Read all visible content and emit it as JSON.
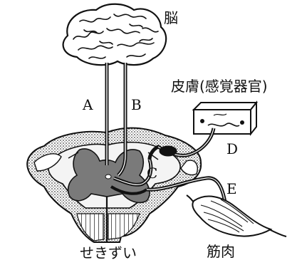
{
  "labels": {
    "brain": "脳",
    "skin": "皮膚(感覚器官)",
    "spinal_cord": "せきずい",
    "muscle": "筋肉",
    "nerve_a": "A",
    "nerve_b": "B",
    "nerve_c": "C",
    "nerve_d": "D",
    "nerve_e": "E"
  },
  "colors": {
    "ink": "#111111",
    "gray_matter": "#7a7a7a",
    "white_matter": "#f4f4f4",
    "paper": "#ffffff"
  }
}
